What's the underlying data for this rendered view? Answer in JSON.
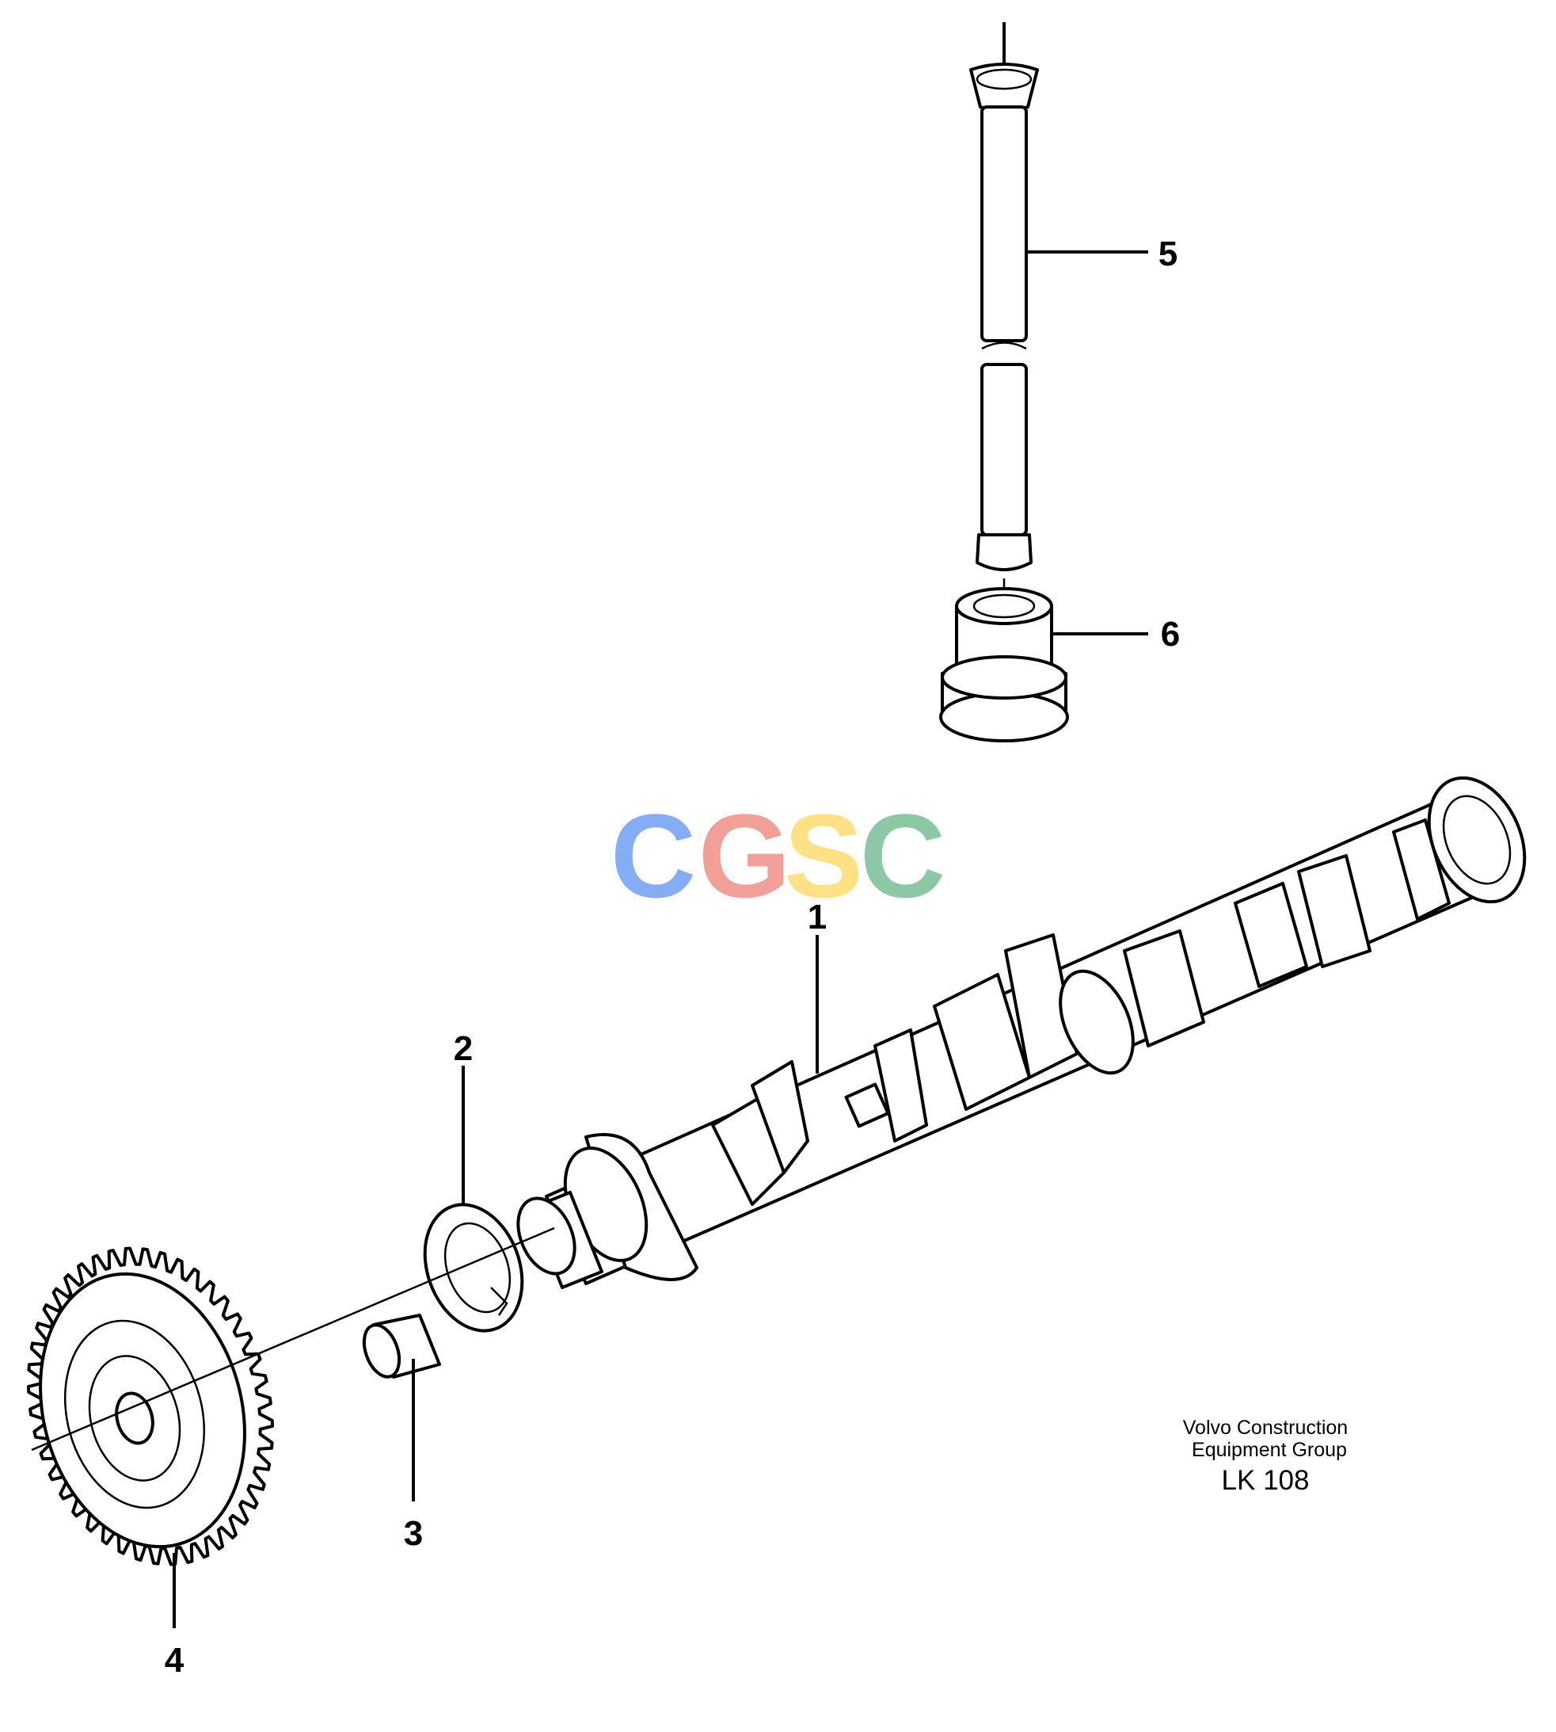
{
  "diagram": {
    "callouts": [
      {
        "id": "1",
        "label": "1"
      },
      {
        "id": "2",
        "label": "2"
      },
      {
        "id": "3",
        "label": "3"
      },
      {
        "id": "4",
        "label": "4"
      },
      {
        "id": "5",
        "label": "5"
      },
      {
        "id": "6",
        "label": "6"
      }
    ],
    "credit": {
      "line1": "Volvo Construction",
      "line2": "Equipment Group",
      "code": "LK 108"
    },
    "watermark": {
      "letters": [
        "C",
        "G",
        "S",
        "C"
      ],
      "colors": [
        "#7fa9f5",
        "#f29a93",
        "#fde07e",
        "#86c6a2"
      ]
    }
  }
}
